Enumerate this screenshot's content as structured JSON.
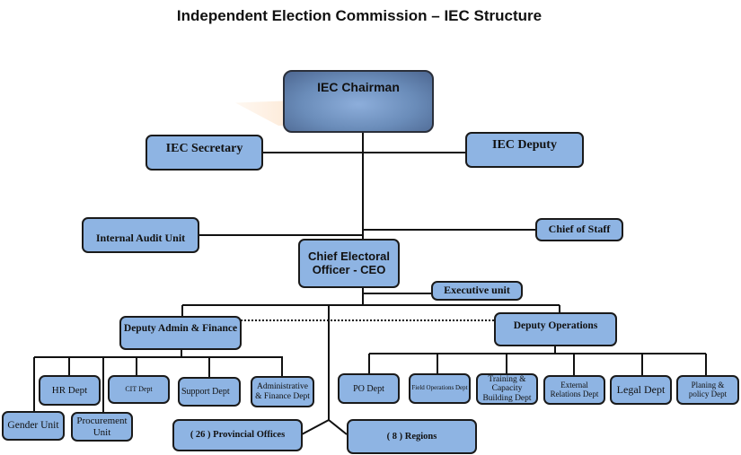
{
  "title": "Independent Election Commission – IEC Structure",
  "nodes": {
    "chairman": "IEC Chairman",
    "secretary": "IEC Secretary",
    "deputy": "IEC Deputy",
    "audit": "Internal Audit Unit",
    "chief_staff": "Chief of Staff",
    "ceo": "Chief Electoral Officer - CEO",
    "executive": "Executive unit",
    "deputy_admin": "Deputy Admin & Finance",
    "deputy_ops": "Deputy Operations",
    "hr": "HR Dept",
    "cit": "CIT Dept",
    "support": "Support Dept",
    "admin_finance": "Administrative & Finance Dept",
    "gender": "Gender Unit",
    "procurement": "Procurement Unit",
    "provincial": "( 26 ) Provincial Offices",
    "regions": "( 8 ) Regions",
    "po": "PO Dept",
    "field_ops": "Field Operations Dept",
    "training": "Training & Capacity Building Dept",
    "external": "External Relations Dept",
    "legal": "Legal Dept",
    "planning": "Planing & policy Dept"
  },
  "colors": {
    "box_fill": "#8eb4e3",
    "box_border": "#1a1a1a",
    "line": "#111111"
  }
}
